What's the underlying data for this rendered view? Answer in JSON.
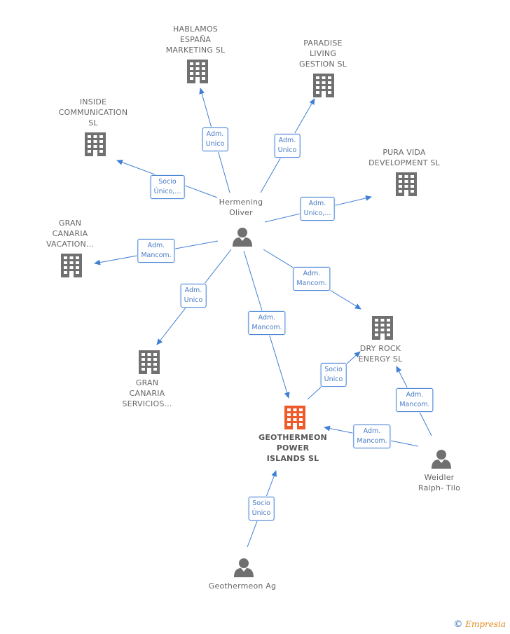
{
  "colors": {
    "edge": "#3f7fd6",
    "building": "#707070",
    "building_main": "#ee5a2a",
    "person": "#707070"
  },
  "nodes": {
    "hablamos": {
      "lines": [
        "HABLAMOS",
        "ESPAÑA",
        "MARKETING  SL"
      ],
      "icon": "building-icon"
    },
    "paradise": {
      "lines": [
        "PARADISE",
        "LIVING",
        "GESTION SL"
      ],
      "icon": "building-icon"
    },
    "inside": {
      "lines": [
        "INSIDE",
        "COMMUNICATION",
        "SL"
      ],
      "icon": "building-icon"
    },
    "pura_vida": {
      "lines": [
        "PURA VIDA",
        "DEVELOPMENT SL"
      ],
      "icon": "building-icon"
    },
    "gran_canaria_vacation": {
      "lines": [
        "GRAN",
        "CANARIA",
        "VACATION..."
      ],
      "icon": "building-icon"
    },
    "hermening": {
      "lines": [
        "Hermening",
        "Oliver"
      ],
      "icon": "person-icon"
    },
    "dry_rock": {
      "lines": [
        "DRY ROCK",
        "ENERGY SL"
      ],
      "icon": "building-icon"
    },
    "gran_canaria_servicios": {
      "lines": [
        "GRAN",
        "CANARIA",
        "SERVICIOS..."
      ],
      "icon": "building-icon"
    },
    "geothermeon_power": {
      "lines": [
        "GEOTHERMEON",
        "POWER",
        "ISLANDS SL"
      ],
      "icon": "building-icon"
    },
    "weidler": {
      "lines": [
        "Weidler",
        "Ralph- Tilo"
      ],
      "icon": "person-icon"
    },
    "geothermeon_ag": {
      "lines": [
        "Geothermeon Ag"
      ],
      "icon": "person-icon"
    }
  },
  "edges": [
    {
      "from": "hermening",
      "to": "hablamos",
      "label": [
        "Adm.",
        "Unico"
      ]
    },
    {
      "from": "hermening",
      "to": "paradise",
      "label": [
        "Adm.",
        "Unico"
      ]
    },
    {
      "from": "hermening",
      "to": "inside",
      "label": [
        "Socio",
        "Único,..."
      ]
    },
    {
      "from": "hermening",
      "to": "pura_vida",
      "label": [
        "Adm.",
        "Unico,..."
      ]
    },
    {
      "from": "hermening",
      "to": "gran_canaria_vacation",
      "label": [
        "Adm.",
        "Mancom."
      ]
    },
    {
      "from": "hermening",
      "to": "dry_rock",
      "label": [
        "Adm.",
        "Mancom."
      ]
    },
    {
      "from": "hermening",
      "to": "gran_canaria_servicios",
      "label": [
        "Adm.",
        "Unico"
      ]
    },
    {
      "from": "hermening",
      "to": "geothermeon_power",
      "label": [
        "Adm.",
        "Mancom."
      ]
    },
    {
      "from": "geothermeon_power",
      "to": "dry_rock",
      "label": [
        "Socio",
        "Único"
      ]
    },
    {
      "from": "weidler",
      "to": "dry_rock",
      "label": [
        "Adm.",
        "Mancom."
      ]
    },
    {
      "from": "weidler",
      "to": "geothermeon_power",
      "label": [
        "Adm.",
        "Mancom."
      ]
    },
    {
      "from": "geothermeon_ag",
      "to": "geothermeon_power",
      "label": [
        "Socio",
        "Único"
      ]
    }
  ],
  "brand": {
    "copyright": "©",
    "name": "Empresia"
  }
}
